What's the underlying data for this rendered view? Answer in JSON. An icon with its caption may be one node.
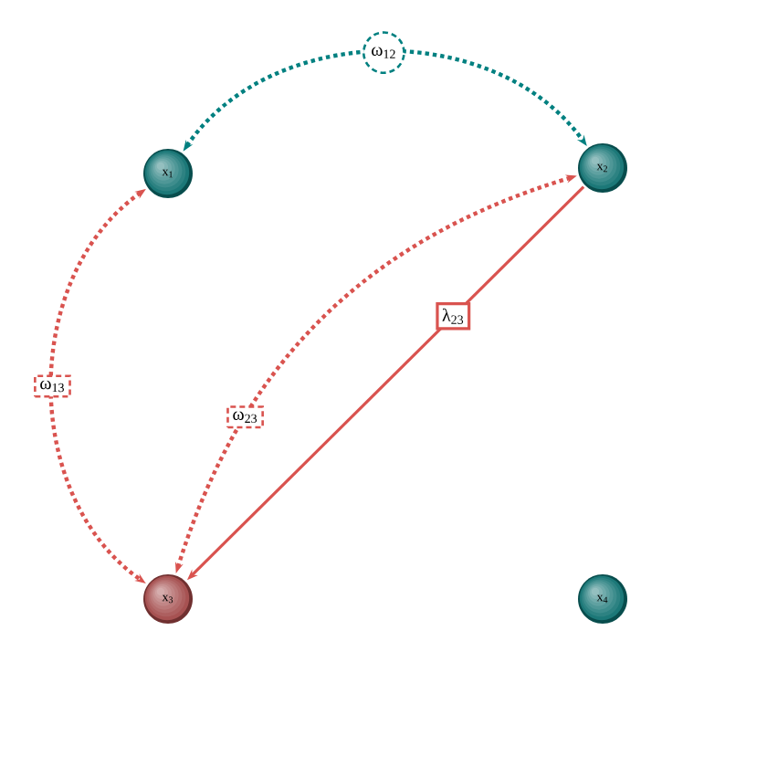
{
  "diagram": {
    "nodes": [
      {
        "text": [
          "x$_{1}$"
        ]
      },
      {
        "text": [
          "x$_{2}$"
        ]
      },
      {
        "text": [
          "x$_{3}$"
        ]
      },
      {
        "text": [
          "x$_{4}$"
        ]
      }
    ],
    "edges": [
      {
        "from": 0,
        "to": 1,
        "arrow": "both",
        "label": "ω$_{12}$",
        "style": "dashed",
        "color": "#008080"
      },
      {
        "from": 0,
        "to": 2,
        "arrow": "both",
        "label": "ω$_{13}$",
        "style": "dashed",
        "color": "#d9534f"
      },
      {
        "from": 1,
        "to": 2,
        "arrow": "both",
        "label": "ω$_{23}$",
        "style": "dashed",
        "color": "#d9534f"
      },
      {
        "from": 1,
        "to": 2,
        "arrow": "to",
        "label": "λ$_{23}$",
        "color": "#d9534f"
      }
    ]
  }
}
